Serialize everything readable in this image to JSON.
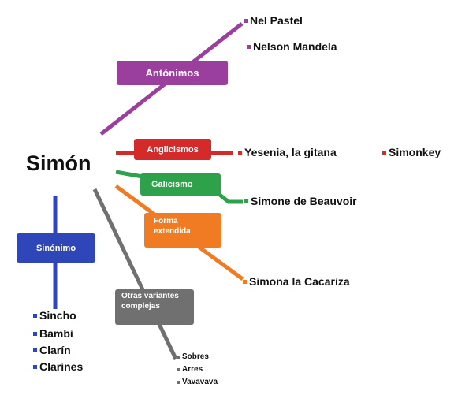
{
  "colors": {
    "antonimos": "#9b3f9f",
    "anglicismos": "#d42a2a",
    "galicismo": "#2ea24a",
    "forma_extendida": "#f07b22",
    "sinonimo": "#2e46b8",
    "otras": "#707070"
  },
  "center": {
    "label": "Simón"
  },
  "branches": {
    "antonimos": {
      "label": "Antónimos",
      "items": [
        "Nel Pastel",
        "Nelson Mandela"
      ]
    },
    "anglicismos": {
      "label": "Anglicismos",
      "items": [
        "Yesenia, la gitana",
        "Simonkey"
      ]
    },
    "galicismo": {
      "label": "Galicismo",
      "items": [
        "Simone de Beauvoir"
      ]
    },
    "forma_extendida": {
      "label": "Forma extendida",
      "items": [
        "Simona la Cacariza"
      ]
    },
    "sinonimo": {
      "label": "Sinónimo",
      "items": [
        "Sincho",
        "Bambi",
        "Clarín",
        "Clarines"
      ]
    },
    "otras": {
      "label": "Otras variantes complejas",
      "items": [
        "Sobres",
        "Arres",
        "Vavavava"
      ]
    }
  }
}
